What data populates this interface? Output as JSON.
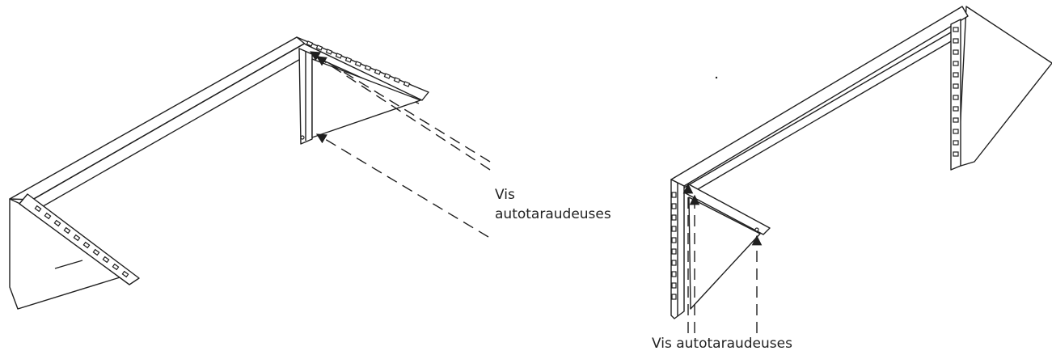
{
  "labels": {
    "left_screws_line1": "Vis",
    "left_screws_line2": "autotaraudeuses",
    "right_screws": "Vis autotaraudeuses"
  },
  "colors": {
    "line": "#1f1f1f",
    "background": "#ffffff"
  }
}
